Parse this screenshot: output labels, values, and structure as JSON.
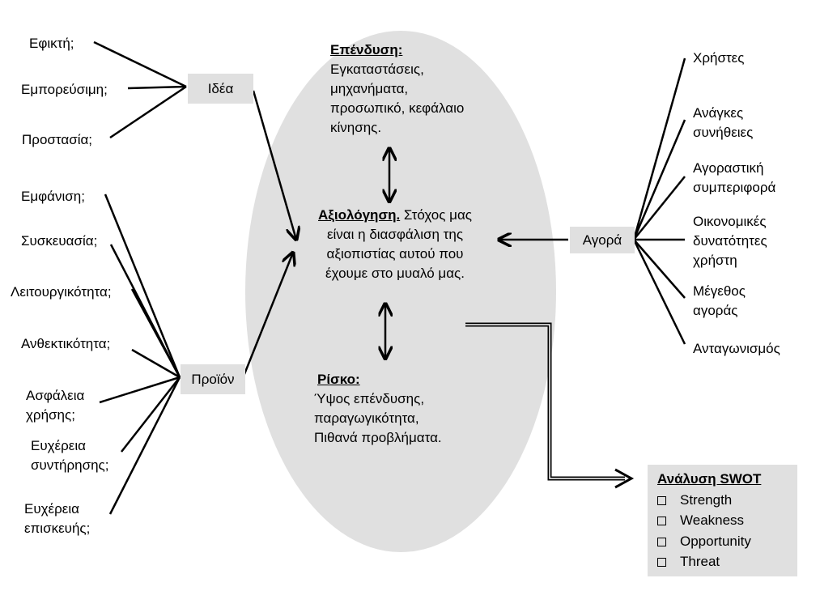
{
  "idea": {
    "label": "Ιδέα",
    "questions": [
      "Εφικτή;",
      "Εμπορεύσιμη;",
      "Προστασία;"
    ]
  },
  "product": {
    "label": "Προϊόν",
    "features": [
      "Εμφάνιση;",
      "Συσκευασία;",
      "Λειτουργικότητα;",
      "Ανθεκτικότητα;",
      "Ασφάλεια",
      "χρήσης;",
      "Ευχέρεια",
      "συντήρησης;",
      "Ευχέρεια",
      "επισκευής;"
    ]
  },
  "market": {
    "label": "Αγορά",
    "factors": [
      "Χρήστες",
      "Ανάγκες",
      "συνήθειες",
      "Αγοραστική",
      "συμπεριφορά",
      "Οικονομικές",
      "δυνατότητες",
      "χρήστη",
      "Μέγεθος",
      "αγοράς",
      "Ανταγωνισμός"
    ]
  },
  "center": {
    "investment": {
      "heading": "Επένδυση:",
      "lines": [
        "Εγκαταστάσεις,",
        "μηχανήματα,",
        "προσωπικό, κεφάλαιο",
        "κίνησης."
      ]
    },
    "evaluation": {
      "heading": "Αξιολόγηση.",
      "first_line_rest": " Στόχος μας",
      "lines": [
        "είναι η διασφάλιση της",
        "αξιοπιστίας αυτού που",
        "έχουμε στο μυαλό μας."
      ]
    },
    "risk": {
      "heading": "Ρίσκο:",
      "lines": [
        "Ύψος επένδυσης,",
        "παραγωγικότητα,",
        "Πιθανά προβλήματα."
      ]
    }
  },
  "swot": {
    "title": "Ανάλυση SWOT",
    "items": [
      "Strength",
      "Weakness",
      "Opportunity",
      "Threat"
    ]
  }
}
